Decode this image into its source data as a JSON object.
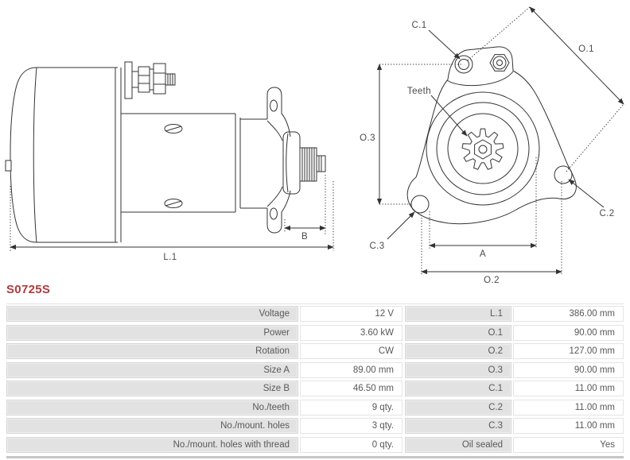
{
  "part_number": "S0725S",
  "colors": {
    "part_number_red": "#b03a3e",
    "label_cell_gray": "#e2e2e2",
    "table_text": "#58585a",
    "drawing_line": "#333333"
  },
  "drawings": {
    "side_view": {
      "dim_b": "B",
      "dim_l1": "L.1"
    },
    "front_view": {
      "dim_c1": "C.1",
      "dim_o1": "O.1",
      "teeth": "Teeth",
      "dim_o3": "O.3",
      "dim_c2": "C.2",
      "dim_c3": "C.3",
      "dim_a": "A",
      "dim_o2": "O.2"
    }
  },
  "spec_table": {
    "rows": [
      {
        "l1": "Voltage",
        "v1": "12 V",
        "l2": "L.1",
        "v2": "386.00 mm"
      },
      {
        "l1": "Power",
        "v1": "3.60 kW",
        "l2": "O.1",
        "v2": "90.00 mm"
      },
      {
        "l1": "Rotation",
        "v1": "CW",
        "l2": "O.2",
        "v2": "127.00 mm"
      },
      {
        "l1": "Size A",
        "v1": "89.00 mm",
        "l2": "O.3",
        "v2": "90.00 mm"
      },
      {
        "l1": "Size B",
        "v1": "46.50 mm",
        "l2": "C.1",
        "v2": "11.00 mm"
      },
      {
        "l1": "No./teeth",
        "v1": "9 qty.",
        "l2": "C.2",
        "v2": "11.00 mm"
      },
      {
        "l1": "No./mount. holes",
        "v1": "3 qty.",
        "l2": "C.3",
        "v2": "11.00 mm"
      },
      {
        "l1": "No./mount. holes with thread",
        "v1": "0 qty.",
        "l2": "Oil sealed",
        "v2": "Yes"
      }
    ]
  }
}
